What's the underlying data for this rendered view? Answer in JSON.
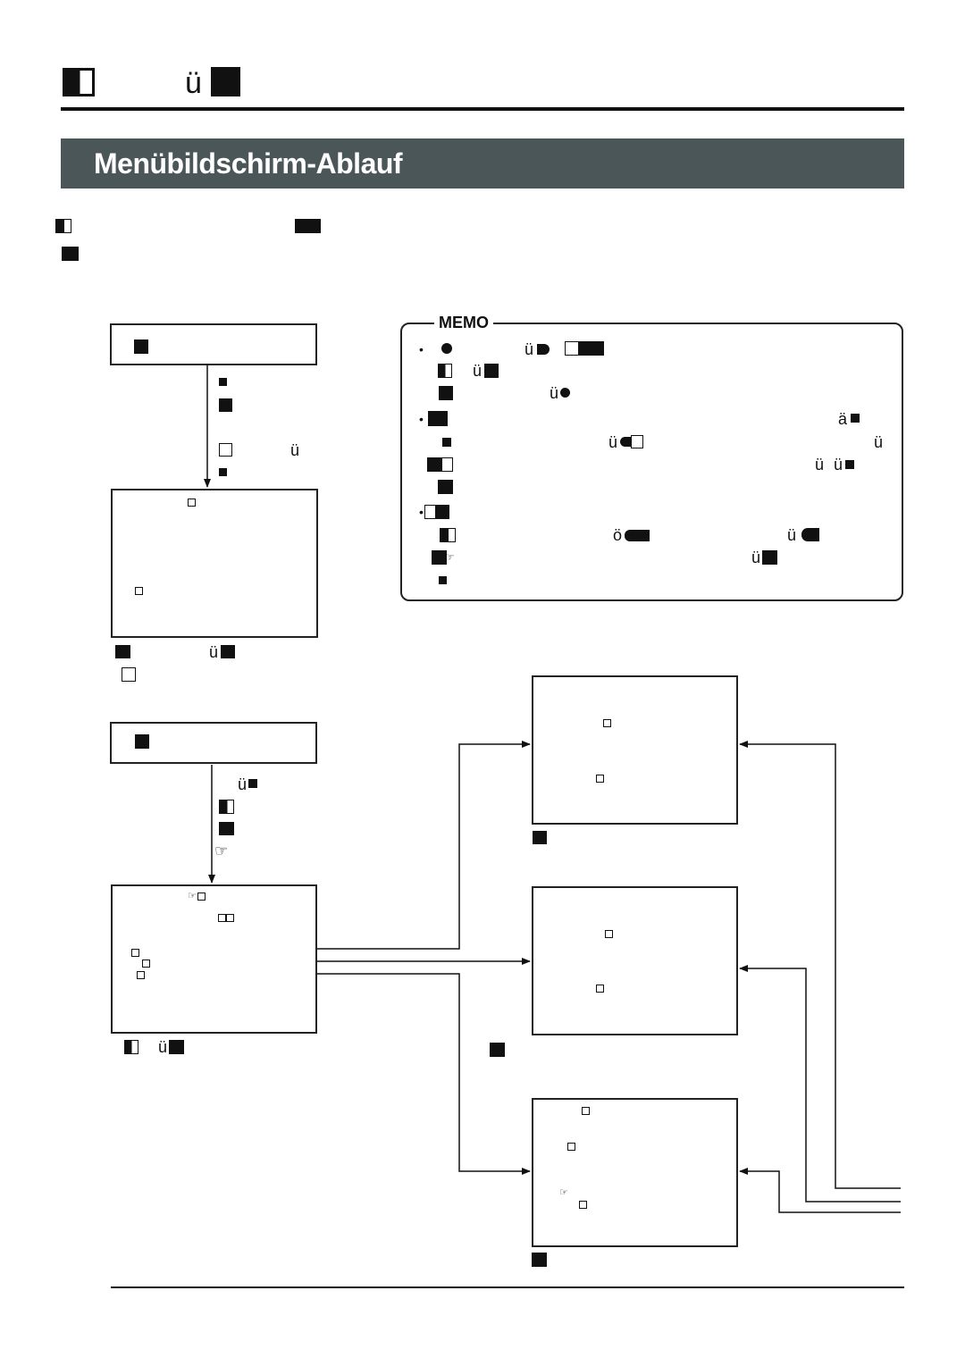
{
  "header": {
    "title_glyph": "ü"
  },
  "banner": {
    "title": "Menübildschirm-Ablauf"
  },
  "memo": {
    "label": "MEMO",
    "bullet": "•",
    "glyphs": {
      "l1": "ü",
      "l2": "ü",
      "l3": "ü",
      "l4": "ä",
      "l5a": "ü",
      "l5b": "ü",
      "l6a": "ü",
      "l6b": "ü",
      "l8a": "ö",
      "l8b": "ü",
      "l9": "ü"
    },
    "ref_icon": "☞"
  },
  "flow": {
    "step1_glyph": "ü",
    "caption1_glyph": "ü",
    "step2_glyph": "ü",
    "step2_ref": "☞",
    "screen2_ref": "☞",
    "caption2_glyph": "ü",
    "right3_ref": "☞"
  },
  "icons": {
    "ref": "pointing-hand-icon"
  }
}
